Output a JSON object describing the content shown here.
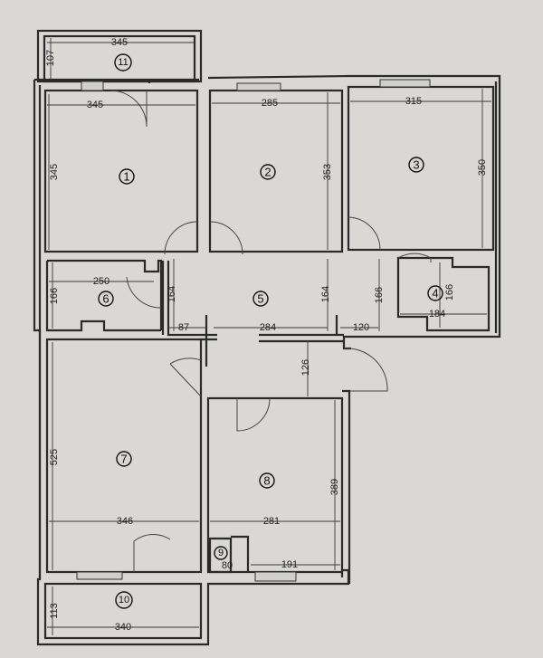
{
  "rooms": [
    {
      "number": "1"
    },
    {
      "number": "2"
    },
    {
      "number": "3"
    },
    {
      "number": "4"
    },
    {
      "number": "5"
    },
    {
      "number": "6"
    },
    {
      "number": "7"
    },
    {
      "number": "8"
    },
    {
      "number": "9"
    },
    {
      "number": "10"
    },
    {
      "number": "11"
    }
  ],
  "dimensions": {
    "balcony11_width": "345",
    "balcony11_depth": "107",
    "room1_width": "345",
    "room1_depth": "345",
    "room2_width": "285",
    "room2_depth": "353",
    "room3_width": "315",
    "room3_depth": "350",
    "room6_width": "250",
    "room6_depth": "166",
    "hall_depth_left": "164",
    "hall_depth_right": "164",
    "hall_seg_left": "87",
    "hall_seg_mid": "284",
    "hall_seg_right": "120",
    "room4_depth_left": "166",
    "room4_depth_right": "166",
    "room4_width": "184",
    "entry_depth": "126",
    "room7_depth": "525",
    "room7_width": "346",
    "room8_depth": "389",
    "room8_width": "281",
    "room9_width": "80",
    "room8_lower_width": "191",
    "balcony10_depth": "113",
    "balcony10_width": "340"
  }
}
